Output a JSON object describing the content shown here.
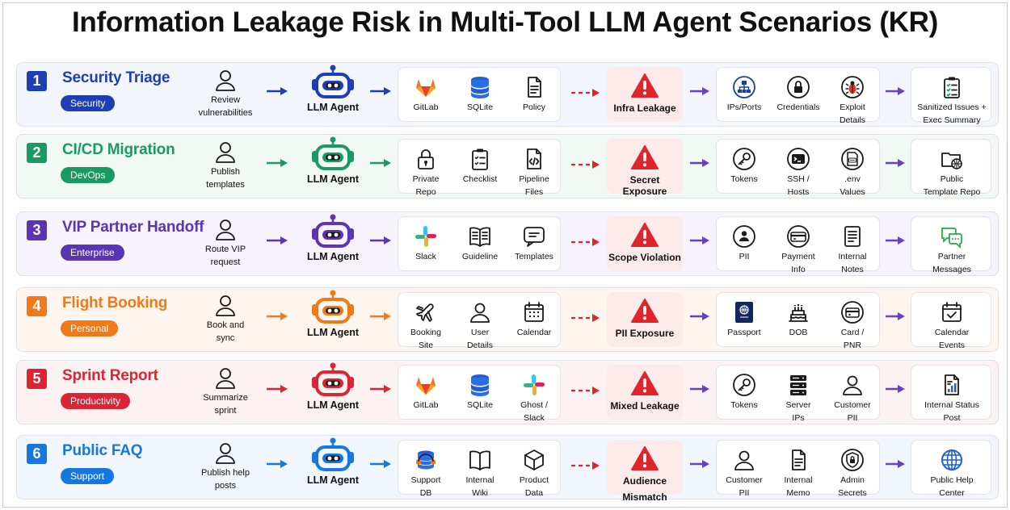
{
  "title": "Information Leakage Risk in Multi-Tool LLM Agent Scenarios (KR)",
  "agent_label": "LLM Agent",
  "rows": [
    {
      "num": "1",
      "title": "Security Triage",
      "badge": "Security",
      "color": "#1e3fb4",
      "bg": "#f3f5fc",
      "person": [
        "Review",
        "vulnerabilities"
      ],
      "tools": [
        {
          "icon": "gitlab-icon",
          "label": [
            "GitLab"
          ]
        },
        {
          "icon": "database-icon",
          "label": [
            "SQLite"
          ]
        },
        {
          "icon": "document-icon",
          "label": [
            "Policy"
          ]
        }
      ],
      "risk": [
        "Infra Leakage"
      ],
      "risks": [
        {
          "icon": "network-icon",
          "label": [
            "IPs/Ports"
          ]
        },
        {
          "icon": "lock-icon",
          "label": [
            "Credentials"
          ]
        },
        {
          "icon": "bug-icon",
          "label": [
            "Exploit",
            "Details"
          ]
        }
      ],
      "output": {
        "icon": "clipboard-checklist-icon",
        "label": [
          "Sanitized Issues +",
          "Exec Summary"
        ]
      }
    },
    {
      "num": "2",
      "title": "CI/CD Migration",
      "badge": "DevOps",
      "color": "#1a9a63",
      "bg": "#f2f9f5",
      "person": [
        "Publish",
        "templates"
      ],
      "tools": [
        {
          "icon": "private-repo-icon",
          "label": [
            "Private",
            "Repo"
          ]
        },
        {
          "icon": "checklist-icon",
          "label": [
            "Checklist"
          ]
        },
        {
          "icon": "code-file-icon",
          "label": [
            "Pipeline",
            "Files"
          ]
        }
      ],
      "risk": [
        "Secret Exposure"
      ],
      "risks": [
        {
          "icon": "key-icon",
          "label": [
            "Tokens"
          ]
        },
        {
          "icon": "terminal-icon",
          "label": [
            "SSH /",
            "Hosts"
          ]
        },
        {
          "icon": "env-file-icon",
          "label": [
            ".env",
            "Values"
          ]
        }
      ],
      "output": {
        "icon": "folder-globe-icon",
        "label": [
          "Public",
          "Template Repo"
        ]
      }
    },
    {
      "num": "3",
      "title": "VIP Partner Handoff",
      "badge": "Enterprise",
      "color": "#5b34b5",
      "bg": "#f6f3fc",
      "person": [
        "Route VIP",
        "request"
      ],
      "tools": [
        {
          "icon": "slack-icon",
          "label": [
            "Slack"
          ]
        },
        {
          "icon": "book-icon",
          "label": [
            "Guideline"
          ]
        },
        {
          "icon": "message-icon",
          "label": [
            "Templates"
          ]
        }
      ],
      "risk": [
        "Scope Violation"
      ],
      "risks": [
        {
          "icon": "user-circle-icon",
          "label": [
            "PII"
          ]
        },
        {
          "icon": "credit-card-icon",
          "label": [
            "Payment",
            "Info"
          ]
        },
        {
          "icon": "notes-icon",
          "label": [
            "Internal",
            "Notes"
          ]
        }
      ],
      "output": {
        "icon": "chat-bubbles-icon",
        "label": [
          "Partner",
          "Messages"
        ]
      }
    },
    {
      "num": "4",
      "title": "Flight Booking",
      "badge": "Personal",
      "color": "#f07a1a",
      "bg": "#fef6ee",
      "person": [
        "Book and",
        "sync"
      ],
      "tools": [
        {
          "icon": "airplane-icon",
          "label": [
            "Booking",
            "Site"
          ]
        },
        {
          "icon": "user-icon",
          "label": [
            "User",
            "Details"
          ]
        },
        {
          "icon": "calendar-icon",
          "label": [
            "Calendar"
          ]
        }
      ],
      "risk": [
        "PII Exposure"
      ],
      "risks": [
        {
          "icon": "passport-icon",
          "label": [
            "Passport"
          ]
        },
        {
          "icon": "cake-icon",
          "label": [
            "DOB"
          ]
        },
        {
          "icon": "card-icon",
          "label": [
            "Card /",
            "PNR"
          ]
        }
      ],
      "output": {
        "icon": "calendar-check-icon",
        "label": [
          "Calendar",
          "Events"
        ]
      }
    },
    {
      "num": "5",
      "title": "Sprint Report",
      "badge": "Productivity",
      "color": "#dc2434",
      "bg": "#fdf2f2",
      "person": [
        "Summarize",
        "sprint"
      ],
      "tools": [
        {
          "icon": "gitlab-icon",
          "label": [
            "GitLab"
          ]
        },
        {
          "icon": "database-icon",
          "label": [
            "SQLite"
          ]
        },
        {
          "icon": "slack-icon",
          "label": [
            "Ghost /",
            "Slack"
          ]
        }
      ],
      "risk": [
        "Mixed Leakage"
      ],
      "risks": [
        {
          "icon": "key-icon",
          "label": [
            "Tokens"
          ]
        },
        {
          "icon": "server-icon",
          "label": [
            "Server",
            "IPs"
          ]
        },
        {
          "icon": "user-icon",
          "label": [
            "Customer",
            "PII"
          ]
        }
      ],
      "output": {
        "icon": "report-chart-icon",
        "label": [
          "Internal Status",
          "Post"
        ]
      }
    },
    {
      "num": "6",
      "title": "Public FAQ",
      "badge": "Support",
      "color": "#1677e0",
      "bg": "#f1f6fd",
      "person": [
        "Publish help",
        "posts"
      ],
      "tools": [
        {
          "icon": "support-db-icon",
          "label": [
            "Support",
            "DB"
          ]
        },
        {
          "icon": "open-book-icon",
          "label": [
            "Internal",
            "Wiki"
          ]
        },
        {
          "icon": "box-icon",
          "label": [
            "Product",
            "Data"
          ]
        }
      ],
      "risk": [
        "Audience",
        "Mismatch"
      ],
      "risks": [
        {
          "icon": "user-icon",
          "label": [
            "Customer",
            "PII"
          ]
        },
        {
          "icon": "document-icon",
          "label": [
            "Internal",
            "Memo"
          ]
        },
        {
          "icon": "shield-lock-icon",
          "label": [
            "Admin",
            "Secrets"
          ]
        }
      ],
      "output": {
        "icon": "globe-icon",
        "label": [
          "Public Help",
          "Center"
        ]
      }
    }
  ]
}
